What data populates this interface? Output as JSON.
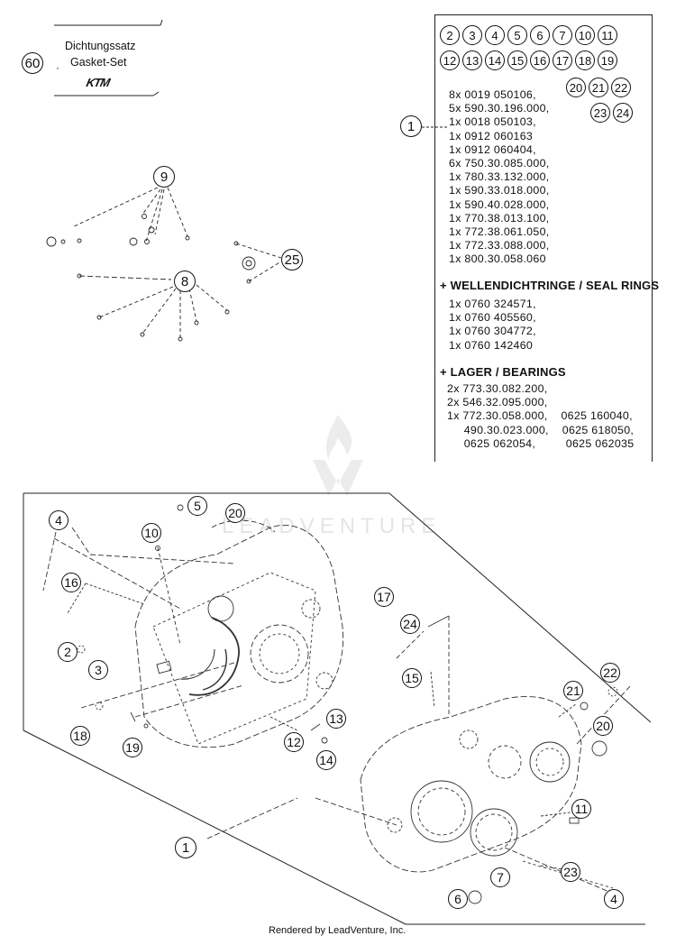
{
  "gasket_box": {
    "callout": "60",
    "title_de": "Dichtungssatz",
    "title_en": "Gasket-Set",
    "brand_logo": "KTM"
  },
  "parts_table": {
    "header_row1": [
      "2",
      "3",
      "4",
      "5",
      "6",
      "7",
      "10",
      "11"
    ],
    "header_row2": [
      "12",
      "13",
      "14",
      "15",
      "16",
      "17",
      "18",
      "19"
    ],
    "header_row3": [
      "20",
      "21",
      "22"
    ],
    "header_row4": [
      "23",
      "24"
    ],
    "main_callout": "1",
    "part_numbers": [
      "8x 0019 050106,",
      "5x 590.30.196.000,",
      "1x 0018 050103,",
      "1x 0912 060163",
      "1x 0912 060404,",
      "6x 750.30.085.000,",
      "1x 780.33.132.000,",
      "1x 590.33.018.000,",
      "1x 590.40.028.000,",
      "1x 770.38.013.100,",
      "1x 772.38.061.050,",
      "1x 772.33.088.000,",
      "1x 800.30.058.060"
    ],
    "seal_rings_heading": "+ WELLENDICHTRINGE / SEAL RINGS",
    "seal_rings": [
      "1x 0760 324571,",
      "1x 0760 405560,",
      "1x 0760 304772,",
      "1x 0760 142460"
    ],
    "bearings_heading": "+ LAGER / BEARINGS",
    "bearings": [
      "2x 773.30.082.200,",
      "2x 546.32.095.000,",
      "1x 772.30.058.000,    0625 160040,",
      "     490.30.023.000,    0625 618050,",
      "     0625 062054,         0625 062035"
    ]
  },
  "small_parts_callouts": [
    "9",
    "8",
    "25"
  ],
  "crankcase_callouts": [
    "4",
    "5",
    "20",
    "10",
    "16",
    "2",
    "3",
    "17",
    "24",
    "15",
    "22",
    "21",
    "20",
    "18",
    "19",
    "13",
    "12",
    "14",
    "11",
    "1",
    "7",
    "23",
    "6",
    "4"
  ],
  "watermark": "LEADVENTURE",
  "footer": "Rendered by LeadVenture, Inc."
}
